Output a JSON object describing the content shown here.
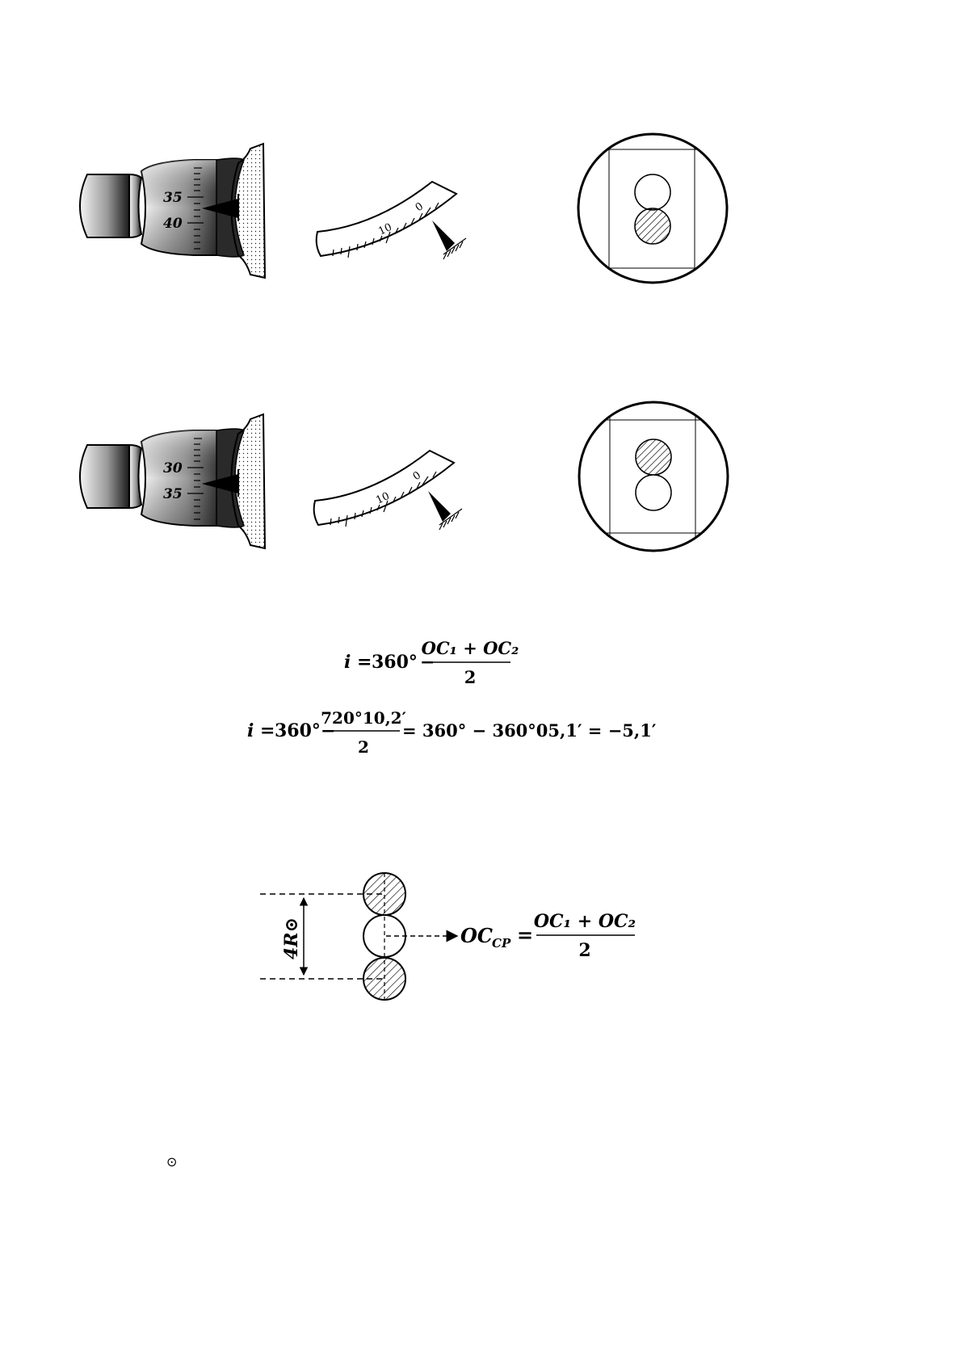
{
  "row1": {
    "micrometer": {
      "tick_upper": "35",
      "tick_lower": "40"
    },
    "arc_scale": {
      "tick_zero": "0",
      "tick_ten": "10"
    },
    "eyepiece": {
      "filled_circle": "bottom"
    }
  },
  "row2": {
    "micrometer": {
      "tick_upper": "30",
      "tick_lower": "35"
    },
    "arc_scale": {
      "tick_zero": "0",
      "tick_ten": "10"
    },
    "eyepiece": {
      "filled_circle": "top"
    }
  },
  "formula1": {
    "lhs": "i",
    "eq": "=",
    "angle": "360°",
    "minus": "−",
    "numerator": "OC₁ + OC₂",
    "denominator": "2"
  },
  "formula2": {
    "lhs": "i",
    "eq": "=",
    "angle": "360°",
    "minus": "−",
    "numerator": "720°10,2′",
    "denominator": "2",
    "rest": "= 360° − 360°05,1′ = −5,1′"
  },
  "bottom_diagram": {
    "dimension_label": "4R⊙",
    "result_lhs": "OC",
    "result_sub": "CP",
    "eq": "=",
    "numerator": "OC₁ + OC₂",
    "denominator": "2"
  },
  "footnote_symbol": "⊙"
}
